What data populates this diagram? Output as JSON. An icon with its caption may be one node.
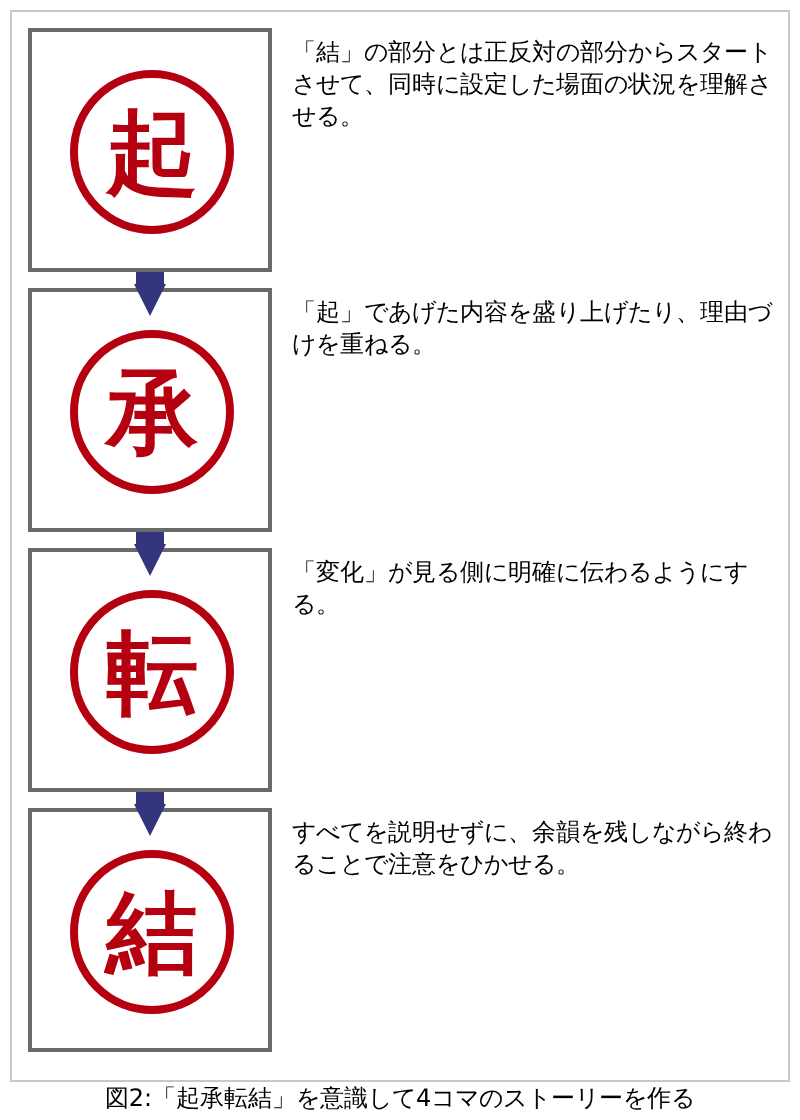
{
  "diagram": {
    "caption": "図2:「起承転結」を意識して4コマのストーリーを作る",
    "nodes": [
      {
        "text": [],
        "shape": "box",
        "beside": [
          "「結」の部分とは正反対の部分からスタートさせて、同時に設定した場面の状況を理解させる。"
        ]
      },
      {
        "text": [
          "起"
        ],
        "in": 0
      },
      {
        "text": [],
        "shape": "box",
        "beside": [
          "「起」であげた内容を盛り上げたり、理由づけを重ねる。"
        ]
      },
      {
        "text": [
          "承"
        ],
        "in": 2
      },
      {
        "text": [],
        "shape": "box",
        "beside": [
          "「変化」が見る側に明確に伝わるようにする。"
        ]
      },
      {
        "text": [
          "転"
        ],
        "in": 4
      },
      {
        "text": [],
        "shape": "box",
        "beside": [
          "すべてを説明せずに、余韻を残しながら終わることで注意をひかせる。"
        ]
      },
      {
        "text": [
          "結"
        ],
        "in": 6
      }
    ],
    "edges": [
      {
        "from": 0,
        "to": 2,
        "arrow": "to"
      },
      {
        "from": 2,
        "to": 4,
        "arrow": "to"
      },
      {
        "from": 4,
        "to": 6,
        "arrow": "to"
      }
    ]
  }
}
